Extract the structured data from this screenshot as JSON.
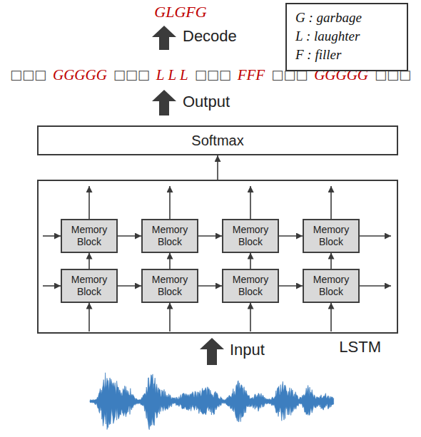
{
  "diagram": {
    "nodes": [
      {
        "text": [
          "Softmax"
        ]
      },
      {
        "text": [
          "LSTM"
        ]
      },
      {
        "text": [
          "Memory Block"
        ],
        "in": 1
      },
      {
        "text": [
          "Memory Block"
        ],
        "in": 1
      },
      {
        "text": [
          "Memory Block"
        ],
        "in": 1
      },
      {
        "text": [
          "Memory Block"
        ],
        "in": 1
      },
      {
        "text": [
          "Memory Block"
        ],
        "in": 1
      },
      {
        "text": [
          "Memory Block"
        ],
        "in": 1
      },
      {
        "text": [
          "Memory Block"
        ],
        "in": 1
      },
      {
        "text": [
          "Memory Block"
        ],
        "in": 1
      }
    ],
    "edges": [
      {
        "from": 1,
        "to": 0,
        "arrow": "to"
      },
      {
        "from": 2,
        "to": 3,
        "arrow": "to"
      },
      {
        "from": 3,
        "to": 4,
        "arrow": "to"
      },
      {
        "from": 4,
        "to": 5,
        "arrow": "to"
      },
      {
        "from": 6,
        "to": 7,
        "arrow": "to"
      },
      {
        "from": 7,
        "to": 8,
        "arrow": "to"
      },
      {
        "from": 8,
        "to": 9,
        "arrow": "to"
      },
      {
        "from": 6,
        "to": 2,
        "arrow": "to"
      },
      {
        "from": 7,
        "to": 3,
        "arrow": "to"
      },
      {
        "from": 8,
        "to": 4,
        "arrow": "to"
      },
      {
        "from": 9,
        "to": 5,
        "arrow": "to"
      }
    ],
    "labels": [
      "GLGFG",
      "Decode",
      "□□□",
      "GGGGG",
      "□□□",
      "L L L",
      "□□□",
      "FFF",
      "□□□",
      "GGGGG",
      "□□□",
      "Output",
      "Input"
    ],
    "legend": [
      {
        "text": "G : garbage"
      },
      {
        "text": "L : laughter"
      },
      {
        "text": "F : filler"
      }
    ]
  }
}
